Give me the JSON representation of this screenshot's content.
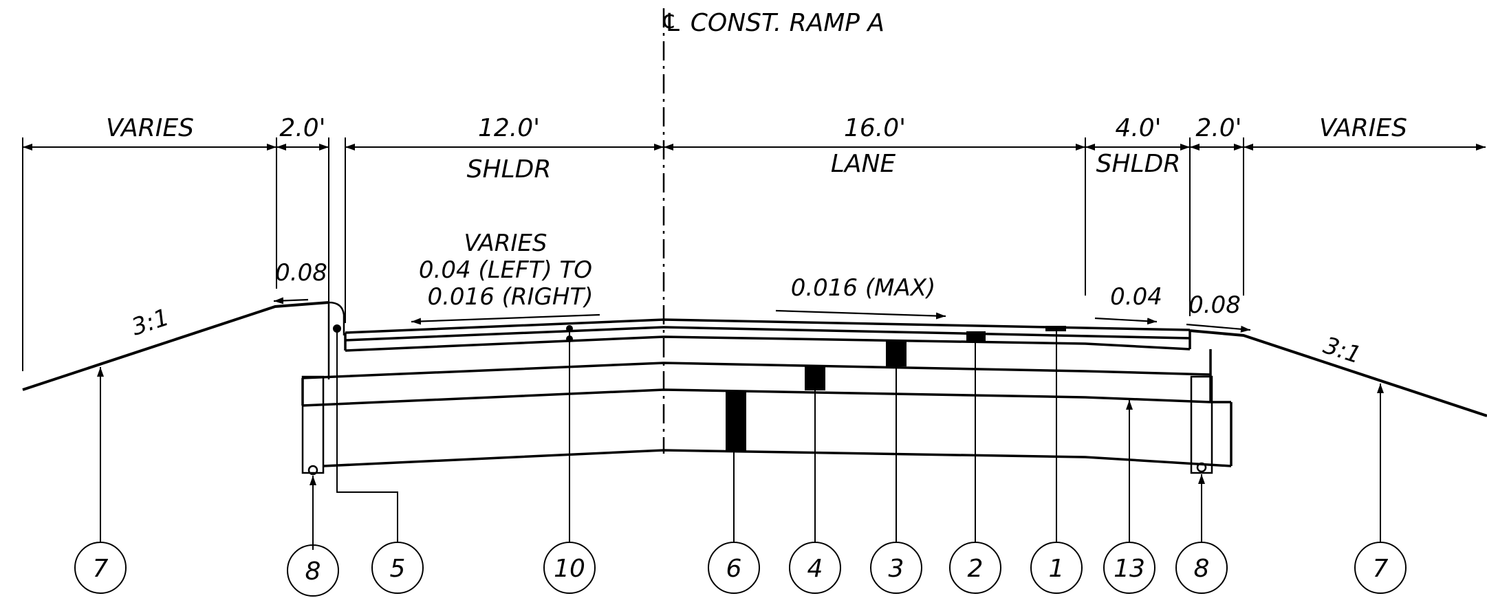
{
  "title": "℄ CONST. RAMP A",
  "dimensions": {
    "varies_left": "VARIES",
    "two_ft_left": "2.0'",
    "twelve_ft": "12.0'",
    "shldr_left": "SHLDR",
    "sixteen_ft": "16.0'",
    "lane": "LANE",
    "four_ft": "4.0'",
    "shldr_right": "SHLDR",
    "two_ft_right": "2.0'",
    "varies_right": "VARIES"
  },
  "slopes": {
    "left_side": "3:1",
    "right_side": "3:1",
    "left_gutter": "0.08",
    "left_shoulder_line1": "VARIES",
    "left_shoulder_line2": "0.04 (LEFT) TO",
    "left_shoulder_line3": "0.016 (RIGHT)",
    "lane": "0.016 (MAX)",
    "right_shoulder": "0.04",
    "right_gutter": "0.08"
  },
  "callouts": {
    "c7_left": "7",
    "c8_left": "8",
    "c5": "5",
    "c10": "10",
    "c6": "6",
    "c4": "4",
    "c3": "3",
    "c2": "2",
    "c1": "1",
    "c13": "13",
    "c8_right": "8",
    "c7_right": "7"
  }
}
